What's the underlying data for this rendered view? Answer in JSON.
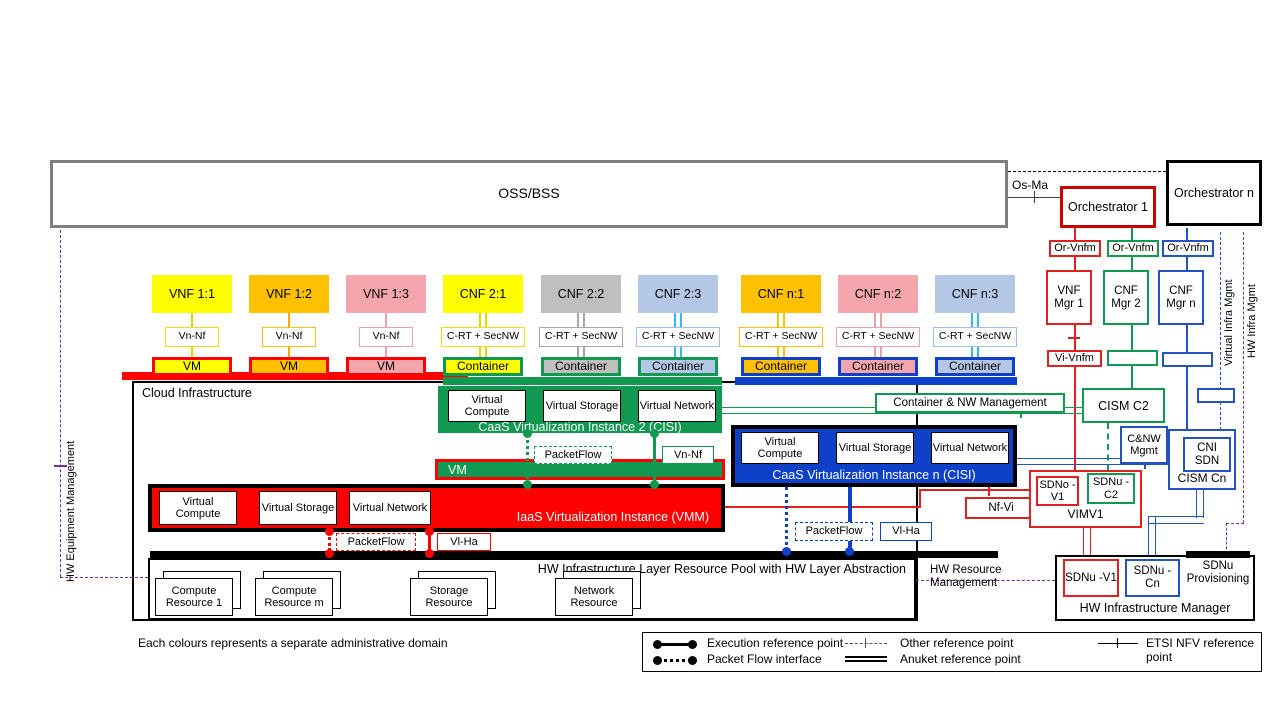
{
  "oss": "OSS/BSS",
  "os_ma": "Os-Ma",
  "orch1": "Orchestrator 1",
  "orchn": "Orchestrator n",
  "or_vnfm": [
    "Or-Vnfm",
    "Or-Vnfm",
    "Or-Vnfm"
  ],
  "managers": {
    "vnf1": "VNF Mgr 1",
    "cnf2": "CNF Mgr 2",
    "cnfn": "CNF Mgr n",
    "vi_vnfm": "Vi-Vnfm"
  },
  "columns": [
    {
      "app": "VNF 1:1",
      "ref": "Vn-Nf",
      "unit": "VM"
    },
    {
      "app": "VNF 1:2",
      "ref": "Vn-Nf",
      "unit": "VM"
    },
    {
      "app": "VNF 1:3",
      "ref": "Vn-Nf",
      "unit": "VM"
    },
    {
      "app": "CNF 2:1",
      "ref": "C-RT + SecNW",
      "unit": "Container"
    },
    {
      "app": "CNF 2:2",
      "ref": "C-RT + SecNW",
      "unit": "Container"
    },
    {
      "app": "CNF 2:3",
      "ref": "C-RT + SecNW",
      "unit": "Container"
    },
    {
      "app": "CNF n:1",
      "ref": "C-RT + SecNW",
      "unit": "Container"
    },
    {
      "app": "CNF n:2",
      "ref": "C-RT + SecNW",
      "unit": "Container"
    },
    {
      "app": "CNF n:3",
      "ref": "C-RT + SecNW",
      "unit": "Container"
    }
  ],
  "cloud_label": "Cloud Infrastructure",
  "caas2": {
    "compute": "Virtual Compute",
    "storage": "Virtual Storage",
    "network": "Virtual Network",
    "title": "CaaS Virtualization Instance 2 (CISI)",
    "packetflow": "PacketFlow",
    "vn_nf": "Vn-Nf",
    "vm": "VM"
  },
  "caasn": {
    "compute": "Virtual Compute",
    "storage": "Virtual Storage",
    "network": "Virtual Network",
    "title": "CaaS Virtualization Instance n (CISI)",
    "packetflow": "PacketFlow",
    "vl_ha": "Vl-Ha"
  },
  "iaas": {
    "compute": "Virtual Compute",
    "storage": "Virtual Storage",
    "network": "Virtual Network",
    "title": "IaaS Virtualization Instance (VMM)",
    "packetflow": "PacketFlow",
    "vl_ha": "Vl-Ha"
  },
  "hw_pool": {
    "title": "HW Infrastructure Layer Resource Pool with HW Layer Abstraction",
    "resources": [
      "Compute Resource 1",
      "Compute Resource m",
      "Storage Resource",
      "Network Resource"
    ]
  },
  "hw_resource_mgmt": "HW Resource Management",
  "hw_mgr": {
    "title": "HW Infrastructure Manager",
    "sdnu_v1": "SDNu -V1",
    "sdnu_cn": "SDNu -Cn",
    "sdnu_prov": "SDNu Provisioning"
  },
  "right": {
    "container_nw_mgmt": "Container & NW Management",
    "cism_c2": "CISM C2",
    "cnw_mgmt": "C&NW Mgmt",
    "cni_sdn": "CNI SDN",
    "cism_cn": "CISM Cn",
    "nf_vi": "Nf-Vi",
    "sdno_v1": "SDNo -V1",
    "sdnu_c2": "SDNu -C2",
    "vimv1": "VIMV1"
  },
  "side": {
    "hw_equipment": "HW Equipment Management",
    "virtual_infra": "Virtual Infra Mgmt",
    "hw_infra": "HW Infra Mgmt"
  },
  "legend": {
    "execution": "Execution reference point",
    "packet": "Packet Flow interface",
    "other": "Other reference point",
    "anuket": "Anuket reference point",
    "etsi": "ETSI NFV reference point"
  },
  "footnote": "Each colours represents a separate administrative domain",
  "colors": {
    "yellow": "#FFFF00",
    "orange": "#FFC000",
    "pink": "#F4A6AC",
    "gray": "#BFBFBF",
    "lightblue": "#B4C7E7",
    "red": "#FF0000",
    "green": "#119952",
    "blue_fill": "#0E41C8",
    "blue_line": "#2353C0",
    "purple": "#7030A0",
    "cyan": "#33B8E8",
    "black": "#000000"
  }
}
